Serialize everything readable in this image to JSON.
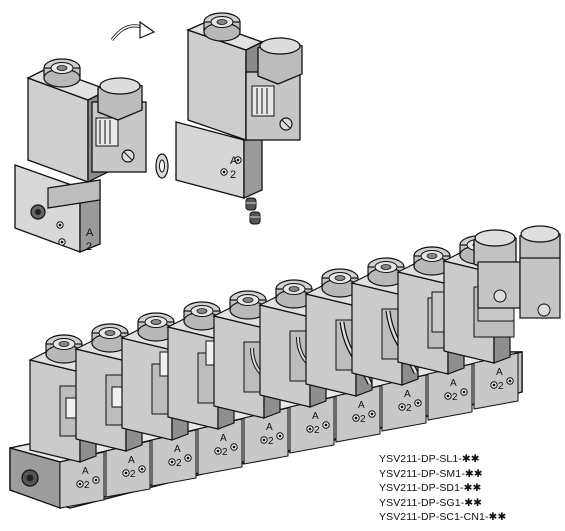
{
  "diagram": {
    "small_assembly": {
      "port_markings": [
        "A",
        "2"
      ]
    },
    "manifold_assembly": {
      "port_markings": [
        "A",
        "2"
      ],
      "valve_count": 10
    }
  },
  "model_list": [
    "YSV211-DP-SL1-✱✱",
    "YSV211-DP-SM1-✱✱",
    "YSV211-DP-SD1-✱✱",
    "YSV211-DP-SG1-✱✱",
    "YSV211-DP-SC1-CN1-✱✱"
  ]
}
